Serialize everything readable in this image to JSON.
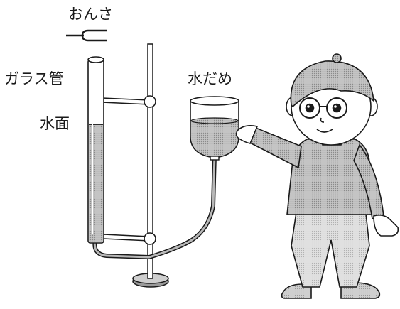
{
  "labels": {
    "tuning_fork": "おんさ",
    "glass_tube": "ガラス管",
    "water_surface": "水面",
    "reservoir": "水だめ"
  },
  "colors": {
    "line": "#1a1a1a",
    "water": "#a9a9a9",
    "skin": "#dcdcdc",
    "hair": "#3a3a3a",
    "shirt": "#d2d2d2",
    "pants": "#bdbdbd",
    "shoes": "#c8c8c8"
  }
}
